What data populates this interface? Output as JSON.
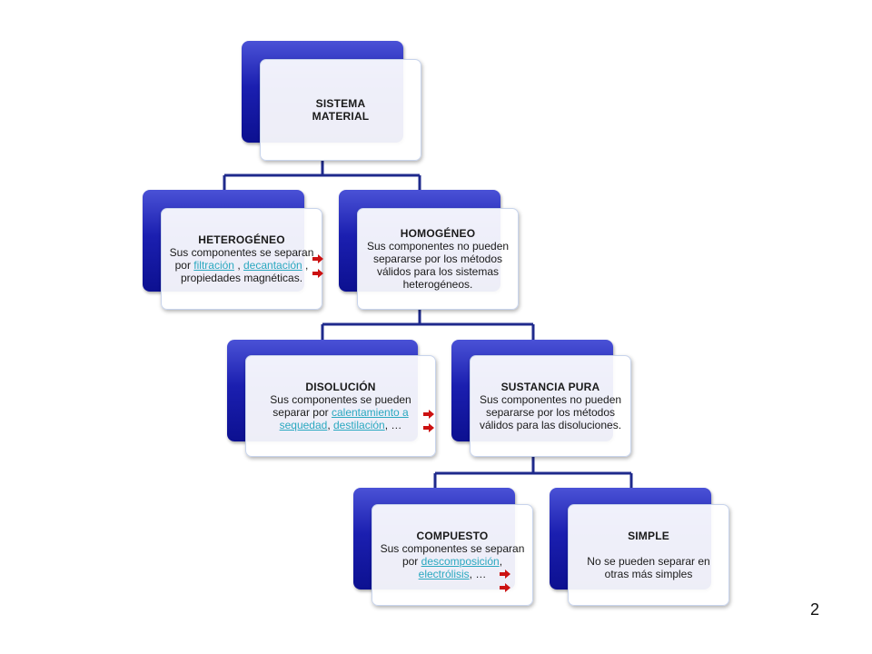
{
  "nodes": {
    "sistema_material": {
      "title": "SISTEMA MATERIAL"
    },
    "heterogeneo": {
      "title": "HETEROGÉNEO",
      "text_before": "Sus componentes se separan por ",
      "link1": "filtración",
      "mid": " , ",
      "link2": "decantación",
      "text_after": " , propiedades magnéticas."
    },
    "homogeneo": {
      "title": "HOMOGÉNEO",
      "text": "Sus componentes no pueden separarse por los métodos válidos para los sistemas heterogéneos."
    },
    "disolucion": {
      "title": "DISOLUCIÓN",
      "text_before": "Sus componentes se pueden separar por ",
      "link1": "calentamiento a sequedad",
      "mid": ", ",
      "link2": "destilación",
      "text_after": ", …"
    },
    "sustancia_pura": {
      "title": "SUSTANCIA PURA",
      "text": "Sus componentes no pueden separarse por los métodos válidos para las disoluciones."
    },
    "compuesto": {
      "title": "COMPUESTO",
      "text_before": "Sus componentes se separan por ",
      "link1": "descomposición",
      "mid": ", ",
      "link2": "electrólisis",
      "text_after": ", …"
    },
    "simple": {
      "title": "SIMPLE",
      "text": "No se pueden separar en otras más simples"
    }
  },
  "colors": {
    "node_blue": "#1b1fb0",
    "connector": "#1f2a8c",
    "link": "#2aa8c0",
    "arrow_red": "#cc1111"
  },
  "icons": {
    "link_arrow": "red-arrow-icon"
  },
  "page_number": "2"
}
